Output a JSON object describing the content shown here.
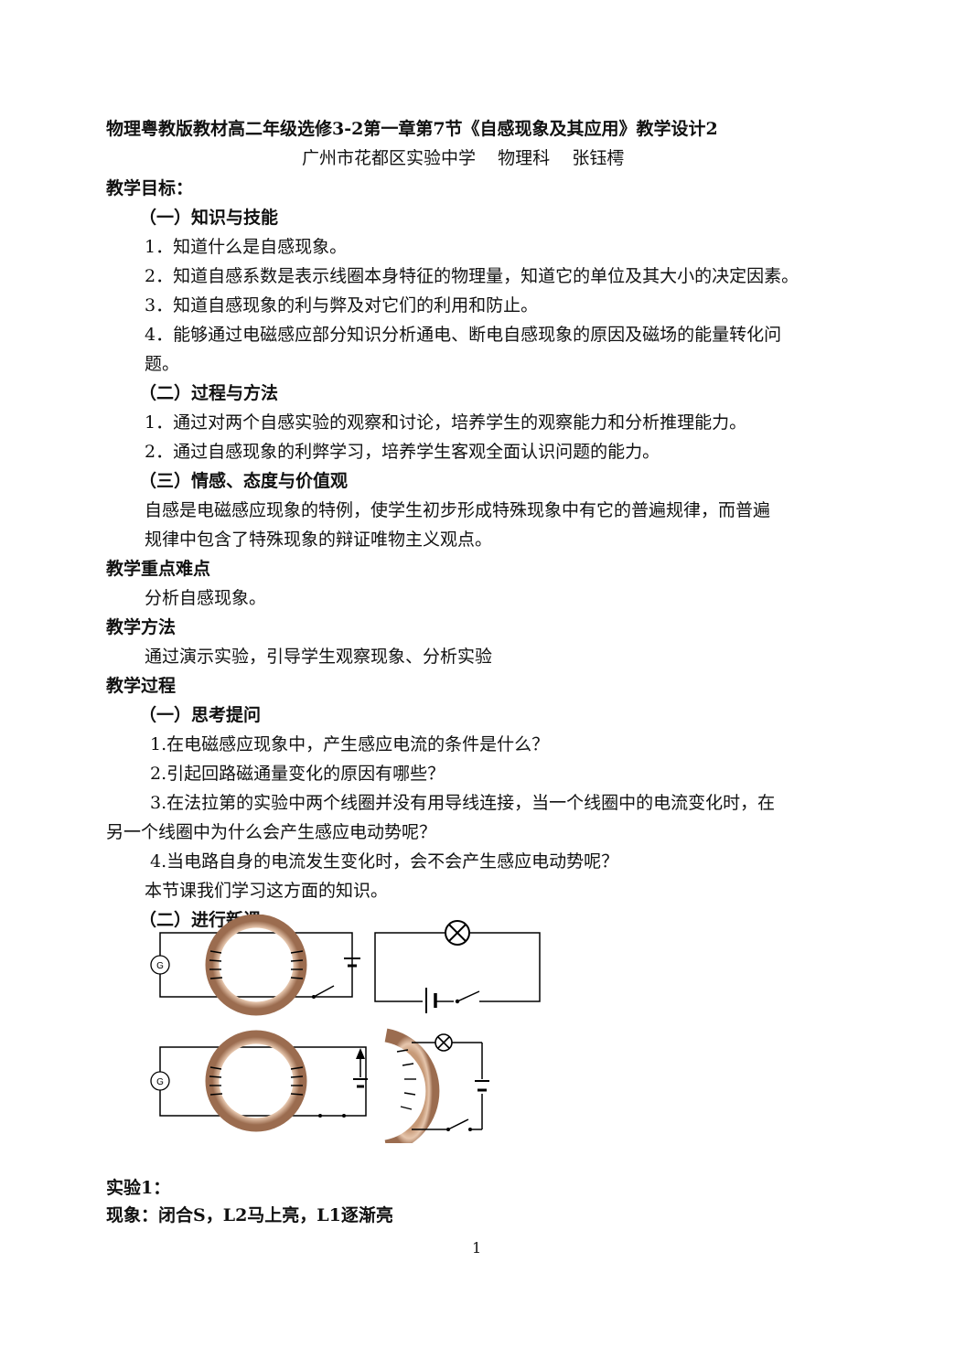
{
  "document": {
    "title": "物理粤教版教材高二年级选修3-2第一章第7节《自感现象及其应用》教学设计2",
    "author_line": "广州市花都区实验中学    物理科    张钰樗",
    "objectives": {
      "heading": "教学目标：",
      "knowledge": {
        "heading": "（一）知识与技能",
        "items": [
          "1．知道什么是自感现象。",
          "2．知道自感系数是表示线圈本身特征的物理量，知道它的单位及其大小的决定因素。",
          "3．知道自感现象的利与弊及对它们的利用和防止。",
          "4．能够通过电磁感应部分知识分析通电、断电自感现象的原因及磁场的能量转化问",
          "题。"
        ]
      },
      "process": {
        "heading": "（二）过程与方法",
        "items": [
          "1．通过对两个自感实验的观察和讨论，培养学生的观察能力和分析推理能力。",
          "2．通过自感现象的利弊学习，培养学生客观全面认识问题的能力。"
        ]
      },
      "values": {
        "heading": "（三）情感、态度与价值观",
        "lines": [
          "自感是电磁感应现象的特例，使学生初步形成特殊现象中有它的普遍规律，而普遍",
          "规律中包含了特殊现象的辩证唯物主义观点。"
        ]
      }
    },
    "key_points": {
      "heading": "教学重点难点",
      "text": "分析自感现象。"
    },
    "method": {
      "heading": "教学方法",
      "text": "通过演示实验，引导学生观察现象、分析实验"
    },
    "process_section": {
      "heading": "教学过程",
      "think": {
        "heading": "（一）思考提问",
        "q1": "1.在电磁感应现象中，产生感应电流的条件是什么？",
        "q2": "2.引起回路磁通量变化的原因有哪些？",
        "q3_a": "3.在法拉第的实验中两个线圈并没有用导线连接，当一个线圈中的电流变化时，在",
        "q3_b": "另一个线圈中为什么会产生感应电动势呢？",
        "q4": "4.当电路自身的电流发生变化时，会不会产生感应电动势呢？",
        "intro": "本节课我们学习这方面的知识。"
      },
      "new_lesson": {
        "heading": "（二）进行新课"
      }
    },
    "figure": {
      "galvanometer_label": "G"
    },
    "experiment": {
      "label": "实验1：",
      "phenomenon": "现象：闭合S，L2马上亮，L1逐渐亮"
    },
    "page_number": "1"
  }
}
